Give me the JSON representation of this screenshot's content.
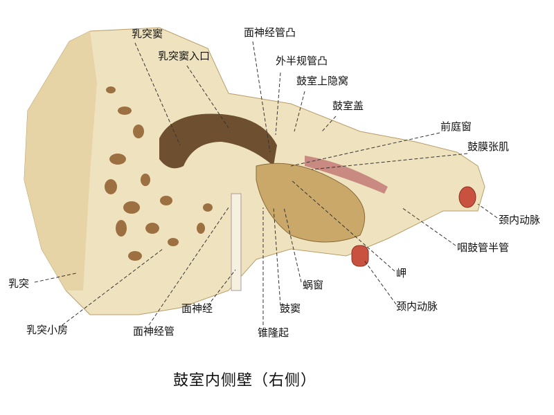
{
  "title": "鼓室内侧壁（右侧）",
  "labels": {
    "mastoid_antrum": "乳突窦",
    "aditus": "乳突窦入口",
    "facial_prominence": "面神经管凸",
    "lateral_canal_prominence": "外半规管凸",
    "epitympanic_recess": "鼓室上隐窝",
    "tegmen": "鼓室盖",
    "oval_window": "前庭窗",
    "tensor_tympani": "鼓膜张肌",
    "ica_right": "颈内动脉",
    "semicanal": "咽鼓管半管",
    "promontory": "岬",
    "ica_bottom": "颈内动脉",
    "round_window": "蜗窗",
    "sinus_tympani": "鼓窦",
    "pyramidal": "锥隆起",
    "facial_nerve": "面神经",
    "facial_canal": "面神经管",
    "mastoid": "乳突",
    "mastoid_cells": "乳突小房"
  },
  "colors": {
    "bone": "#efe3bf",
    "bone_shade": "#d8c393",
    "cavity": "#6e5030",
    "artery": "#c8513f",
    "muscle": "#c98a82"
  }
}
